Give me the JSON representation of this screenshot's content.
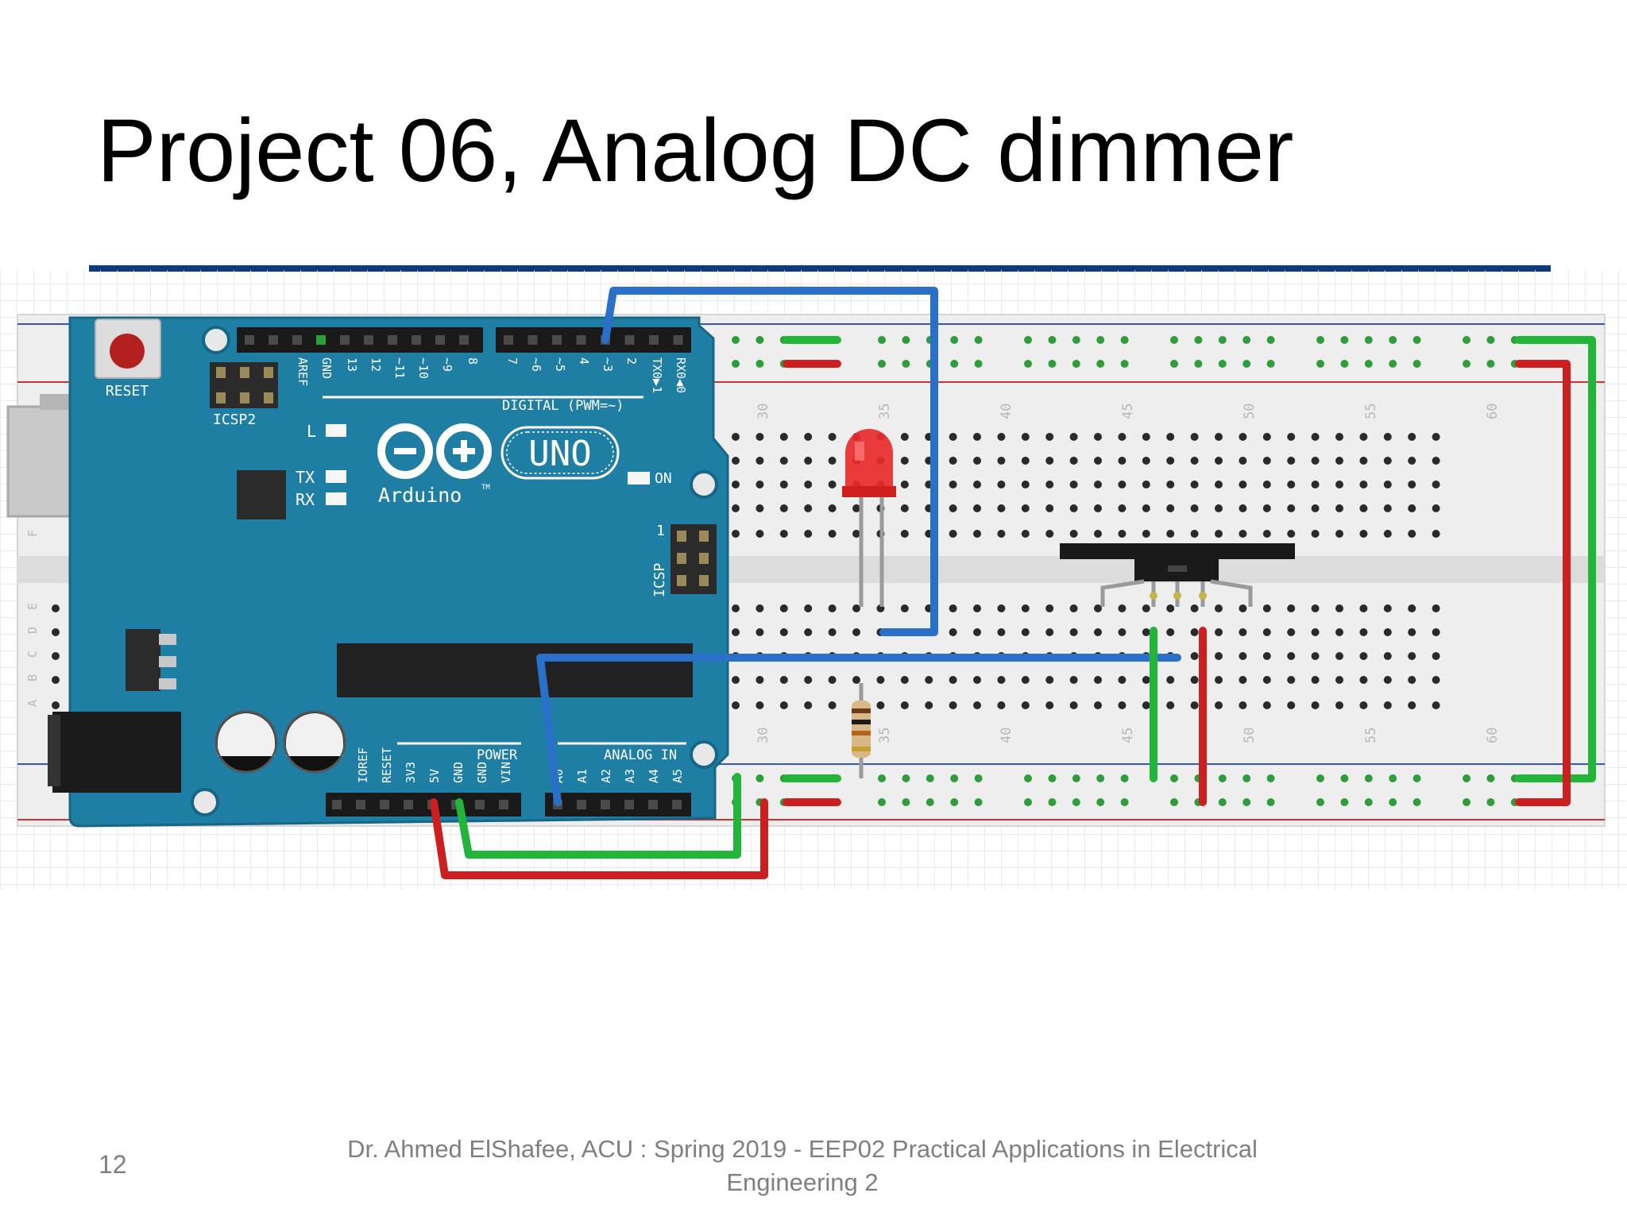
{
  "slide": {
    "title": "Project 06, Analog DC dimmer",
    "page_number": "12",
    "footer_line1": "Dr. Ahmed ElShafee, ACU : Spring  2019 - EEP02 Practical Applications in Electrical",
    "footer_line2": "Engineering 2"
  },
  "board": {
    "reset_label": "RESET",
    "icsp2_label": "ICSP2",
    "icsp_label": "ICSP",
    "icsp_pin1": "1",
    "digital_header": "DIGITAL (PWM=~)",
    "digital_pins": [
      "AREF",
      "GND",
      "13",
      "12",
      "~11",
      "~10",
      "~9",
      "8",
      "7",
      "~6",
      "~5",
      "4",
      "~3",
      "2",
      "TX0▶1",
      "RX0◀0"
    ],
    "led_l": "L",
    "led_tx": "TX",
    "led_rx": "RX",
    "on_label": "ON",
    "uno_label": "UNO",
    "brand": "Arduino",
    "brand_tm": "TM",
    "power_header": "POWER",
    "power_pins": [
      "IOREF",
      "RESET",
      "3V3",
      "5V",
      "GND",
      "GND",
      "VIN"
    ],
    "analog_header": "ANALOG IN",
    "analog_pins": [
      "A0",
      "A1",
      "A2",
      "A3",
      "A4",
      "A5"
    ]
  },
  "breadboard": {
    "column_numbers": [
      "30",
      "35",
      "40",
      "45",
      "50",
      "55",
      "60"
    ],
    "row_letters_left": [
      "F",
      "E",
      "D",
      "C",
      "B",
      "A"
    ]
  },
  "colors": {
    "board": "#1f7ea4",
    "title_rule": "#0d3b7a",
    "wire_blue": "#3a7fd5",
    "wire_green": "#22b53a",
    "wire_red": "#cc1f1f",
    "led": "#e82b2b"
  }
}
